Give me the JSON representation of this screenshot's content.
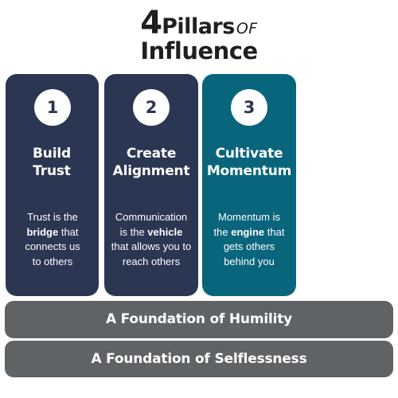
{
  "title": {
    "number": "4",
    "pillars": "Pillars",
    "of": "OF",
    "influence": "Influence"
  },
  "pillars": [
    {
      "number": "1",
      "title_lines": [
        "Build",
        "Trust"
      ],
      "description": {
        "line1": "Trust is the",
        "line2_bold": "bridge",
        "line2_rest": " that",
        "line3": "connects us",
        "line4": "to others"
      }
    },
    {
      "number": "2",
      "title_lines": [
        "Create",
        "Alignment"
      ],
      "description": {
        "line1": "Communication",
        "line2_pre": "is the ",
        "line2_bold": "vehicle",
        "line3": "that allows you to",
        "line4": "reach others"
      }
    },
    {
      "number": "3",
      "title_lines": [
        "Cultivate",
        "Momentum"
      ],
      "description": {
        "line1": "Momentum is",
        "line2_pre": "the ",
        "line2_bold": "engine",
        "line2_rest": " that",
        "line3": "gets others",
        "line4": "behind you"
      }
    }
  ],
  "foundations": [
    "A Foundation of Humility",
    "A Foundation of Selflessness"
  ],
  "colors": {
    "navy": "#2b3652",
    "teal": "#09657b",
    "foundation_gray": "#606366",
    "title_text": "#1f1f1f"
  }
}
